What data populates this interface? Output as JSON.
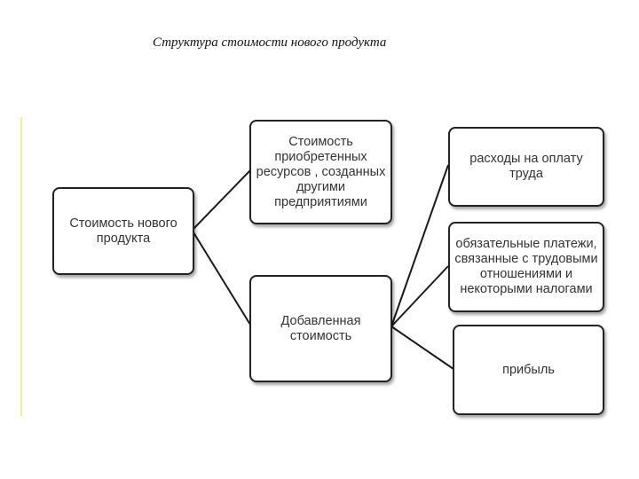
{
  "title": "Структура стоимости нового продукта",
  "nodes": {
    "product_value": "Стоимость нового продукта",
    "acquired_resources": "Стоимость приобретенных ресурсов , созданных другими предприятиями",
    "added_value": "Добавленная стоимость",
    "labor_costs": "расходы на оплату труда",
    "mandatory_payments": "обязательные платежи, связанные с трудовыми отношениями и некоторыми налогами",
    "profit": "прибыль"
  }
}
